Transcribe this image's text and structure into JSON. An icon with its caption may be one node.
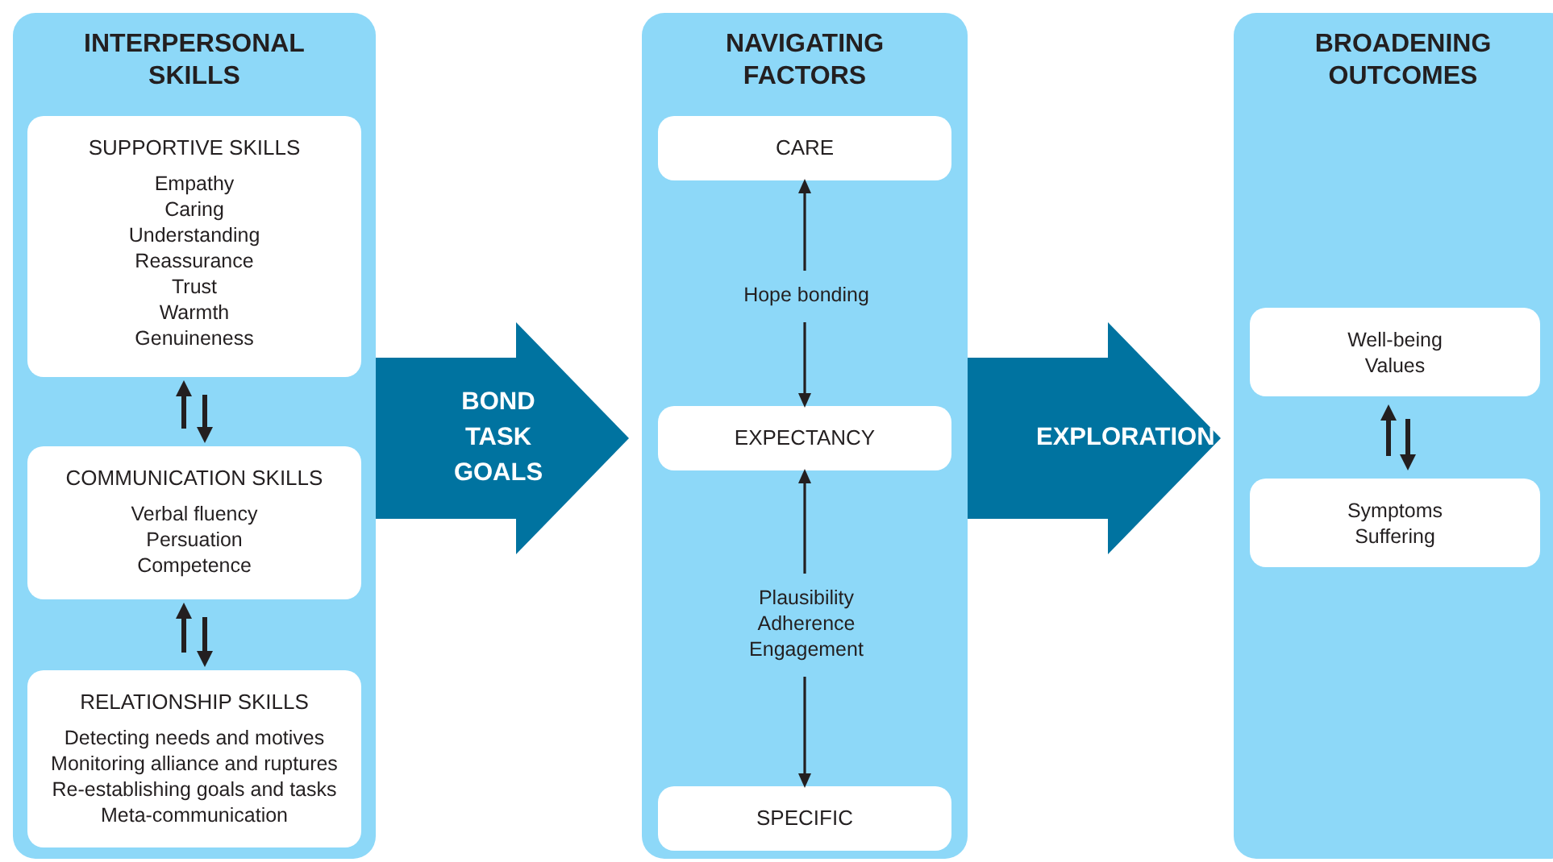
{
  "diagram": {
    "nodes": [
      {
        "text": [
          "INTERPERSONAL SKILLS"
        ]
      },
      {
        "text": [
          "SUPPORTIVE SKILLS",
          "Empathy",
          "Caring",
          "Understanding",
          "Reassurance",
          "Trust",
          "Warmth",
          "Genuineness"
        ],
        "in": 0
      },
      {
        "text": [
          "COMMUNICATION SKILLS",
          "Verbal fluency",
          "Persuation",
          "Competence"
        ],
        "in": 0
      },
      {
        "text": [
          "RELATIONSHIP SKILLS",
          "Detecting needs and motives",
          "Monitoring alliance and ruptures",
          "Re-establishing goals and tasks",
          "Meta-communication"
        ],
        "in": 0
      },
      {
        "text": [
          "NAVIGATING FACTORS"
        ]
      },
      {
        "text": [
          "CARE"
        ],
        "in": 4
      },
      {
        "text": [
          "Hope bonding"
        ],
        "in": 4
      },
      {
        "text": [
          "EXPECTANCY"
        ],
        "in": 4
      },
      {
        "text": [
          "Plausibility",
          "Adherence",
          "Engagement"
        ],
        "in": 4
      },
      {
        "text": [
          "SPECIFIC"
        ],
        "in": 4
      },
      {
        "text": [
          "BROADENING OUTCOMES"
        ]
      },
      {
        "text": [
          "Well-being",
          "Values"
        ],
        "in": 10
      },
      {
        "text": [
          "Symptoms",
          "Suffering"
        ],
        "in": 10
      }
    ],
    "edges": [
      {
        "from": 0,
        "to": 4,
        "arrow": "to",
        "label": "BOND TASK GOALS",
        "style": "thick",
        "color": "#0073a0"
      },
      {
        "from": 4,
        "to": 10,
        "arrow": "to",
        "label": "EXPLORATION",
        "style": "thick",
        "color": "#0073a0"
      },
      {
        "from": 2,
        "to": 1,
        "arrow": "to"
      },
      {
        "from": 1,
        "to": 2,
        "arrow": "to"
      },
      {
        "from": 3,
        "to": 2,
        "arrow": "to"
      },
      {
        "from": 2,
        "to": 3,
        "arrow": "to"
      },
      {
        "from": 6,
        "to": 5,
        "arrow": "to"
      },
      {
        "from": 6,
        "to": 7,
        "arrow": "to"
      },
      {
        "from": 8,
        "to": 7,
        "arrow": "to"
      },
      {
        "from": 8,
        "to": 9,
        "arrow": "to"
      },
      {
        "from": 12,
        "to": 11,
        "arrow": "to"
      },
      {
        "from": 11,
        "to": 12,
        "arrow": "to"
      }
    ]
  }
}
